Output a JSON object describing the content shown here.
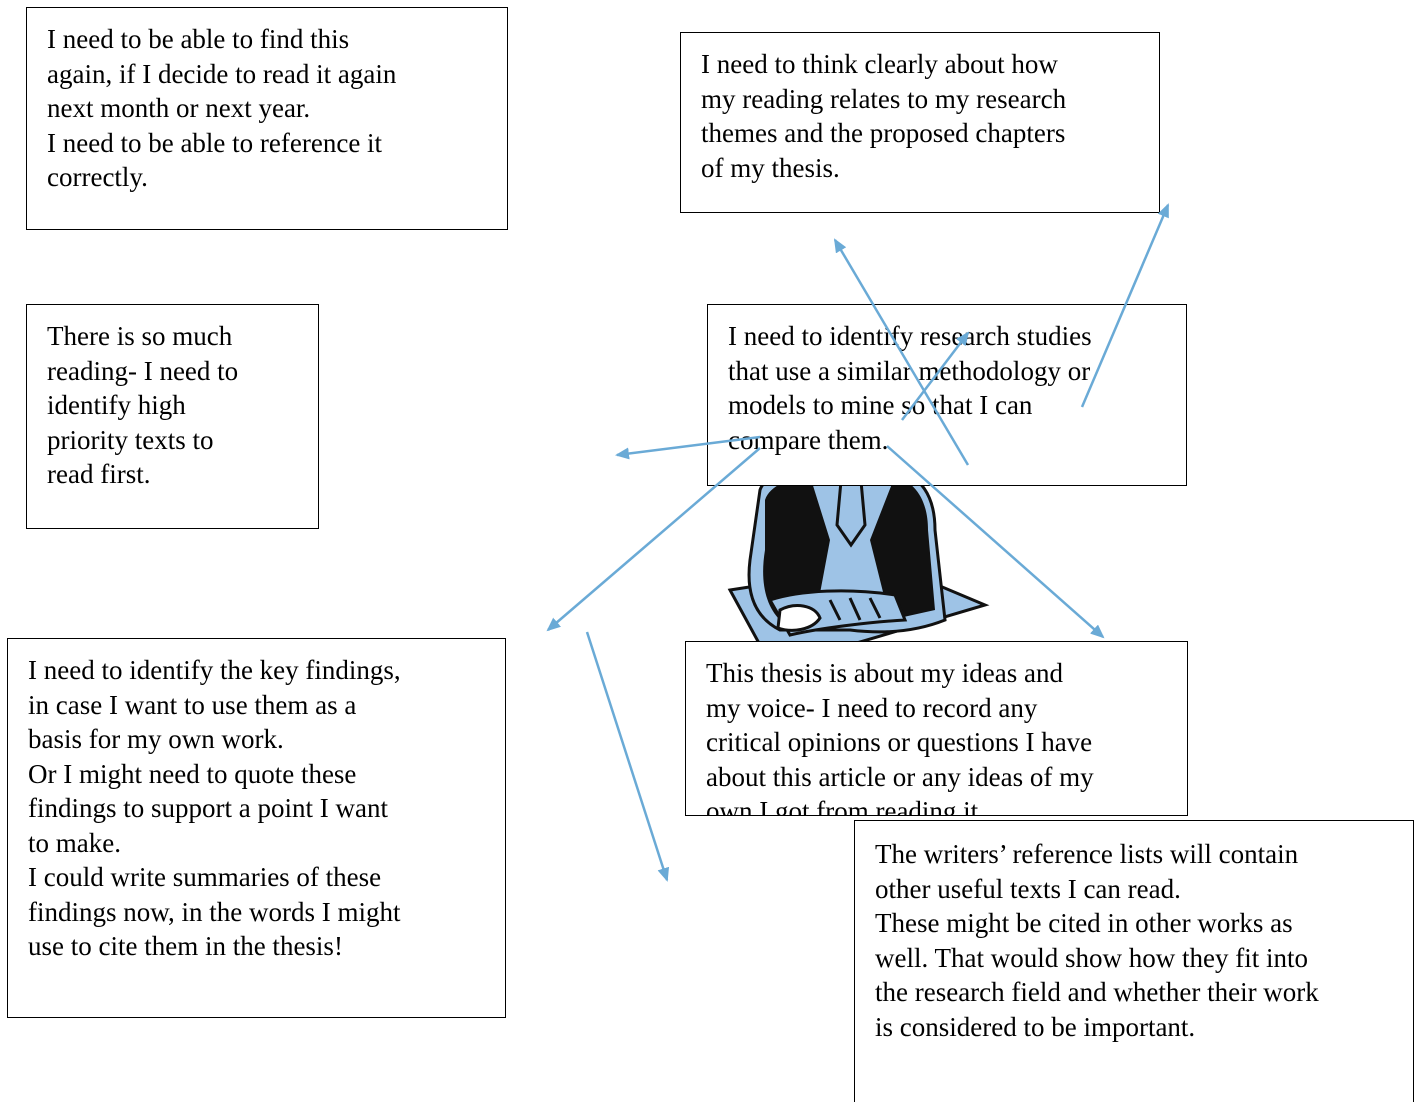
{
  "boxes": {
    "find_again": {
      "lines": [
        "I need to be able to find this",
        "again, if I decide to read it again",
        "next month or next year.",
        "I need to be able to reference it",
        "correctly."
      ]
    },
    "think_clearly": {
      "lines": [
        "I need to think clearly about how",
        "my reading relates to my research",
        "themes and the proposed chapters",
        "of my thesis."
      ]
    },
    "so_much_reading": {
      "lines": [
        "There is so much",
        "reading- I need to",
        "identify high",
        "priority texts to",
        "read first."
      ]
    },
    "methodology": {
      "lines": [
        "I need to identify research studies",
        "that use a similar methodology or",
        "models to mine so that I can",
        "compare them."
      ]
    },
    "key_findings": {
      "lines": [
        "I need to identify the key findings,",
        "in case I want to use them as a",
        "basis for my own work.",
        "Or I might need to quote these",
        "findings to support a point I want",
        "to make.",
        "I could write summaries of these",
        "findings now, in the words I might",
        "use to cite them in the thesis!"
      ]
    },
    "my_voice": {
      "lines": [
        "This thesis is about my ideas and",
        "my voice- I need to record any",
        "critical opinions or questions I have",
        "about this article or any ideas of my",
        "own I got from reading it."
      ]
    },
    "reference_lists": {
      "lines": [
        "The writers’ reference lists will contain",
        "other useful texts I can read.",
        "These might be cited in other works as",
        "well. That would show how they fit into",
        "the research field and whether their work",
        "is considered to be important."
      ]
    }
  },
  "figure": {
    "icon": "seated-reader-clipart-icon",
    "colors": {
      "fill": "#9ec3e6",
      "ink": "#111111"
    }
  },
  "arrows": {
    "color": "#6aaad6"
  }
}
